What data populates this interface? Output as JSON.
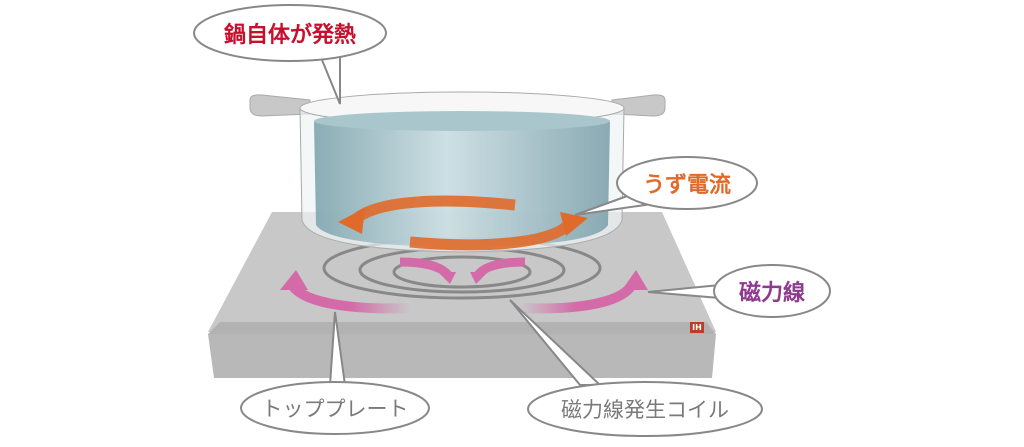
{
  "labels": {
    "pot_heats": "鍋自体が発熱",
    "eddy_current": "うず電流",
    "magnetic_lines": "磁力線",
    "top_plate": "トッププレート",
    "coil": "磁力線発生コイル"
  },
  "badge": "IH",
  "colors": {
    "pot_heats": "#c8102e",
    "eddy_current": "#e06a2a",
    "magnetic_lines": "#8e3a8e",
    "top_plate": "#7a7a7a",
    "coil": "#7a7a7a",
    "magnetic_arrows": "#d46aa8",
    "cooktop": "#c4c4c4"
  }
}
